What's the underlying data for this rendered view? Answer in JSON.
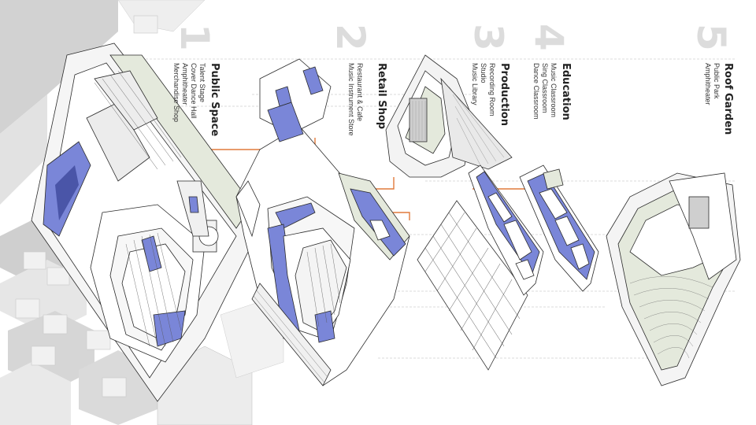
{
  "sections": [
    {
      "number": "1",
      "title": "Public Space",
      "items": [
        "Talent Stage",
        "Cover Dance Hall",
        "Amphitheater",
        "Merchandise Shop"
      ]
    },
    {
      "number": "2",
      "title": "Retail Shop",
      "items": [
        "Restaurant & Cafe",
        "Music Instrument Store"
      ]
    },
    {
      "number": "3",
      "title": "Production",
      "items": [
        "Recording Room",
        "Studio",
        "Music Library"
      ]
    },
    {
      "number": "4",
      "title": "Education",
      "items": [
        "Music Classroom",
        "Sing Classroom",
        "Dance Classroom"
      ]
    },
    {
      "number": "5",
      "title": "Roof Garden",
      "items": [
        "Public Park",
        "Amphitheater"
      ]
    }
  ],
  "colors": {
    "accent_blue": "#7a86d8",
    "link_orange": "#e07a3c",
    "city_grey": "#c8c8c8",
    "line": "#2a2a2a",
    "green_strip": "#e4e9dc"
  }
}
